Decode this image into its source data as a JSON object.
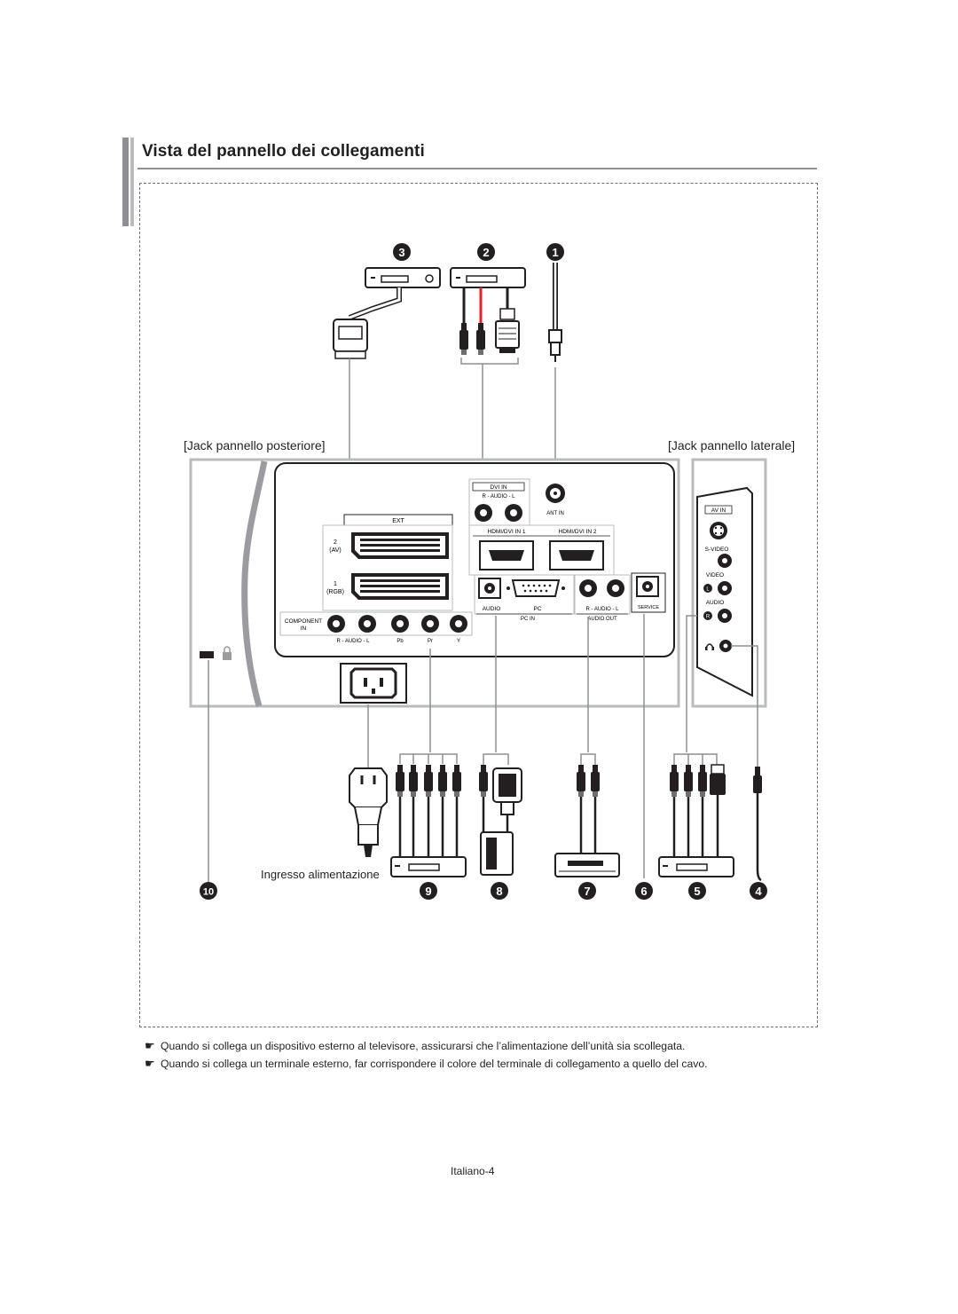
{
  "header": {
    "title": "Vista del pannello dei collegamenti"
  },
  "labels": {
    "rear_panel": "[Jack pannello posteriore]",
    "side_panel": "[Jack pannello laterale]",
    "power_input": "Ingresso alimentazione"
  },
  "callouts": {
    "c1": "1",
    "c2": "2",
    "c3": "3",
    "c4": "4",
    "c5": "5",
    "c6": "6",
    "c7": "7",
    "c8": "8",
    "c9": "9",
    "c10": "10"
  },
  "rear_ports": {
    "ext": "EXT",
    "ext_av_num": "2",
    "ext_av": "(AV)",
    "ext_rgb_num": "1",
    "ext_rgb": "(RGB)",
    "component": "COMPONENT",
    "component_in": "IN",
    "audio_rl": "R - AUDIO - L",
    "pb": "Pb",
    "pr": "Pr",
    "y": "Y",
    "dvi_in": "DVI IN",
    "dvi_audio": "R - AUDIO - L",
    "ant_in": "ANT IN",
    "hdmi1": "HDMI/DVI IN 1",
    "hdmi2": "HDMI/DVI IN 2",
    "audio": "AUDIO",
    "pc": "PC",
    "pc_in": "PC IN",
    "audio_out_rl": "R - AUDIO - L",
    "audio_out": "AUDIO OUT",
    "service": "SERVICE"
  },
  "side_ports": {
    "av_in": "AV IN",
    "s_video": "S-VIDEO",
    "video": "VIDEO",
    "audio": "AUDIO",
    "l": "L",
    "r": "R"
  },
  "notes": [
    "Quando si collega un dispositivo esterno al televisore, assicurarsi che l’alimentazione dell’unità sia scollegata.",
    "Quando si collega un terminale esterno, far corrispondere il colore del terminale di collegamento a quello del cavo."
  ],
  "footer": {
    "page": "Italiano-4"
  },
  "colors": {
    "text": "#231f20",
    "line_gray": "#8d8f92",
    "panel_gray": "#b9bbbd",
    "connector_dark": "#231f20"
  },
  "icons": {
    "note_marker": "pointing-hand-icon",
    "lock": "kensington-lock-icon",
    "headphone": "headphone-icon"
  }
}
